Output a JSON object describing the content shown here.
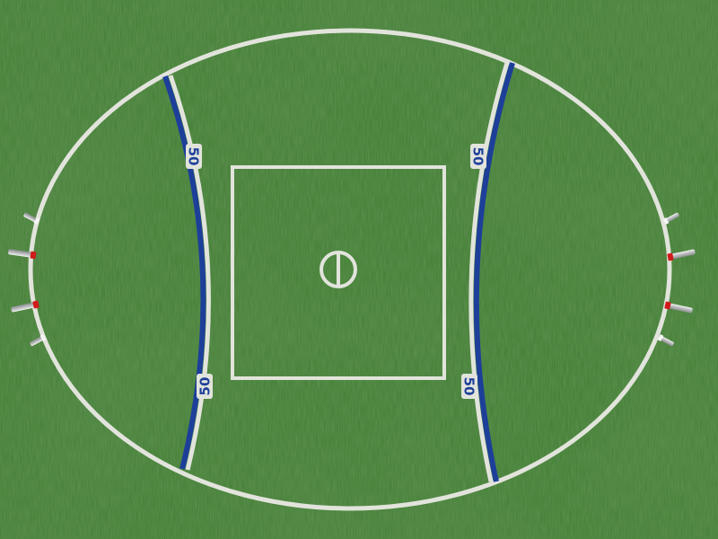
{
  "field": {
    "view": "afl-oval-top-down",
    "surface": "grass",
    "colors": {
      "grass_base": "#2f6a24",
      "grass_dark": "#23561b",
      "grass_light": "#3f7f30",
      "line_white": "#e2e4dc",
      "arc_blue": "#1d3f9a",
      "post_red": "#d11a1a",
      "post_metal": "#c9cacc"
    }
  },
  "labels": {
    "left_arc_top": "50",
    "left_arc_bottom": "50",
    "right_arc_top": "50",
    "right_arc_bottom": "50"
  },
  "goals": {
    "left": [
      "behind-post",
      "goal-post",
      "goal-post",
      "behind-post"
    ],
    "right": [
      "behind-post",
      "goal-post",
      "goal-post",
      "behind-post"
    ]
  }
}
